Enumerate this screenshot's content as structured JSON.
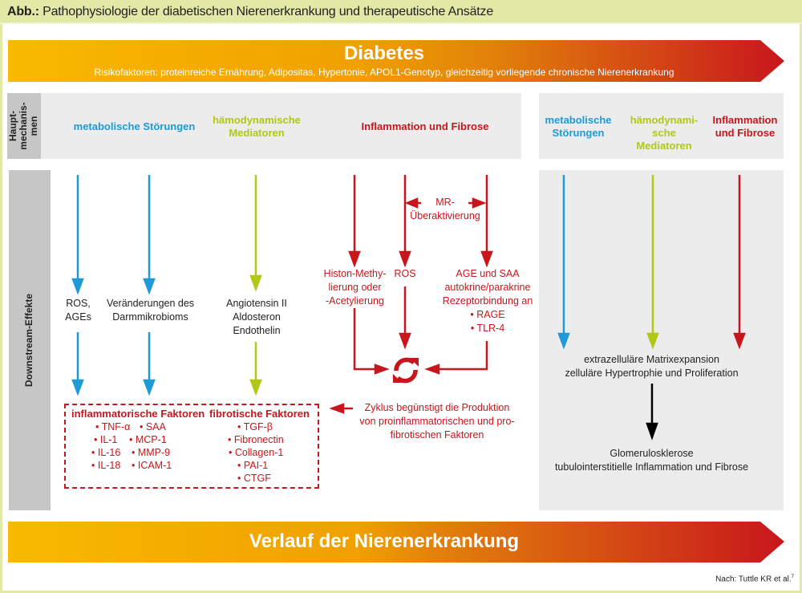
{
  "figure": {
    "title_prefix": "Abb.:",
    "title": "Pathophysiologie der diabetischen Nierenerkrankung und therapeutische Ansätze",
    "source": "Nach: Tuttle KR et al.",
    "source_ref": "7"
  },
  "top_banner": {
    "title": "Diabetes",
    "subtitle": "Risikofaktoren: proteinreiche Ernährung, Adipositas, Hypertonie, APOL1-Genotyp, gleichzeitig vorliegende chronische Nierenerkrankung"
  },
  "bottom_banner": {
    "title": "Verlauf der Nierenerkrankung"
  },
  "row_labels": {
    "main_mechanisms": [
      "Haupt-",
      "mechanis-",
      "men"
    ],
    "downstream": "Downstream-Effekte"
  },
  "mechanisms_left": {
    "metabolic": "metabolische Störungen",
    "hemodynamic": [
      "hämodynamische",
      "Mediatoren"
    ],
    "inflammation": "Inflammation und Fibrose"
  },
  "mechanisms_right": {
    "metabolic": [
      "metabolische",
      "Störungen"
    ],
    "hemodynamic": [
      "hämodynami-",
      "sche Mediatoren"
    ],
    "inflammation": [
      "Inflammation",
      "und Fibrose"
    ]
  },
  "downstream_left": {
    "ros_ages": [
      "ROS,",
      "AGEs"
    ],
    "microbiome": [
      "Veränderungen des",
      "Darmmikrobioms"
    ],
    "hemodynamic": [
      "Angiotensin II",
      "Aldosteron",
      "Endothelin"
    ],
    "mr": [
      "MR-",
      "Überaktivierung"
    ],
    "histone": [
      "Histon-Methy-",
      "lierung oder",
      "-Acetylierung"
    ],
    "ros": "ROS",
    "age_saa": [
      "AGE und SAA",
      "autokrine/parakrine",
      "Rezeptorbindung an",
      "• RAGE",
      "• TLR-4"
    ],
    "cycle_note": [
      "Zyklus begünstigt die Produktion",
      "von proinflammatorischen und pro-",
      "fibrotischen Faktoren"
    ]
  },
  "factors": {
    "inflammatory_title": "inflammatorische Faktoren",
    "inflammatory_col1": [
      "• TNF-α",
      "• IL-1",
      "• IL-16",
      "• IL-18"
    ],
    "inflammatory_col2": [
      "• SAA",
      "• MCP-1",
      "• MMP-9",
      "• ICAM-1"
    ],
    "fibrotic_title": "fibrotische Faktoren",
    "fibrotic": [
      "• TGF-β",
      "• Fibronectin",
      "• Collagen-1",
      "• PAI-1",
      "• CTGF"
    ]
  },
  "downstream_right": {
    "effects": [
      "extrazelluläre Matrixexpansion",
      "zelluläre Hypertrophie und Proliferation"
    ],
    "outcome": [
      "Glomerulosklerose",
      "tubulointerstitielle Inflammation und Fibrose"
    ]
  },
  "colors": {
    "metabolic": "#1e9ad6",
    "hemodynamic": "#b2c716",
    "inflammation": "#c8161d",
    "gradient_start": "#f9b900",
    "gradient_mid": "#e2820a",
    "gradient_end": "#c8161d"
  }
}
